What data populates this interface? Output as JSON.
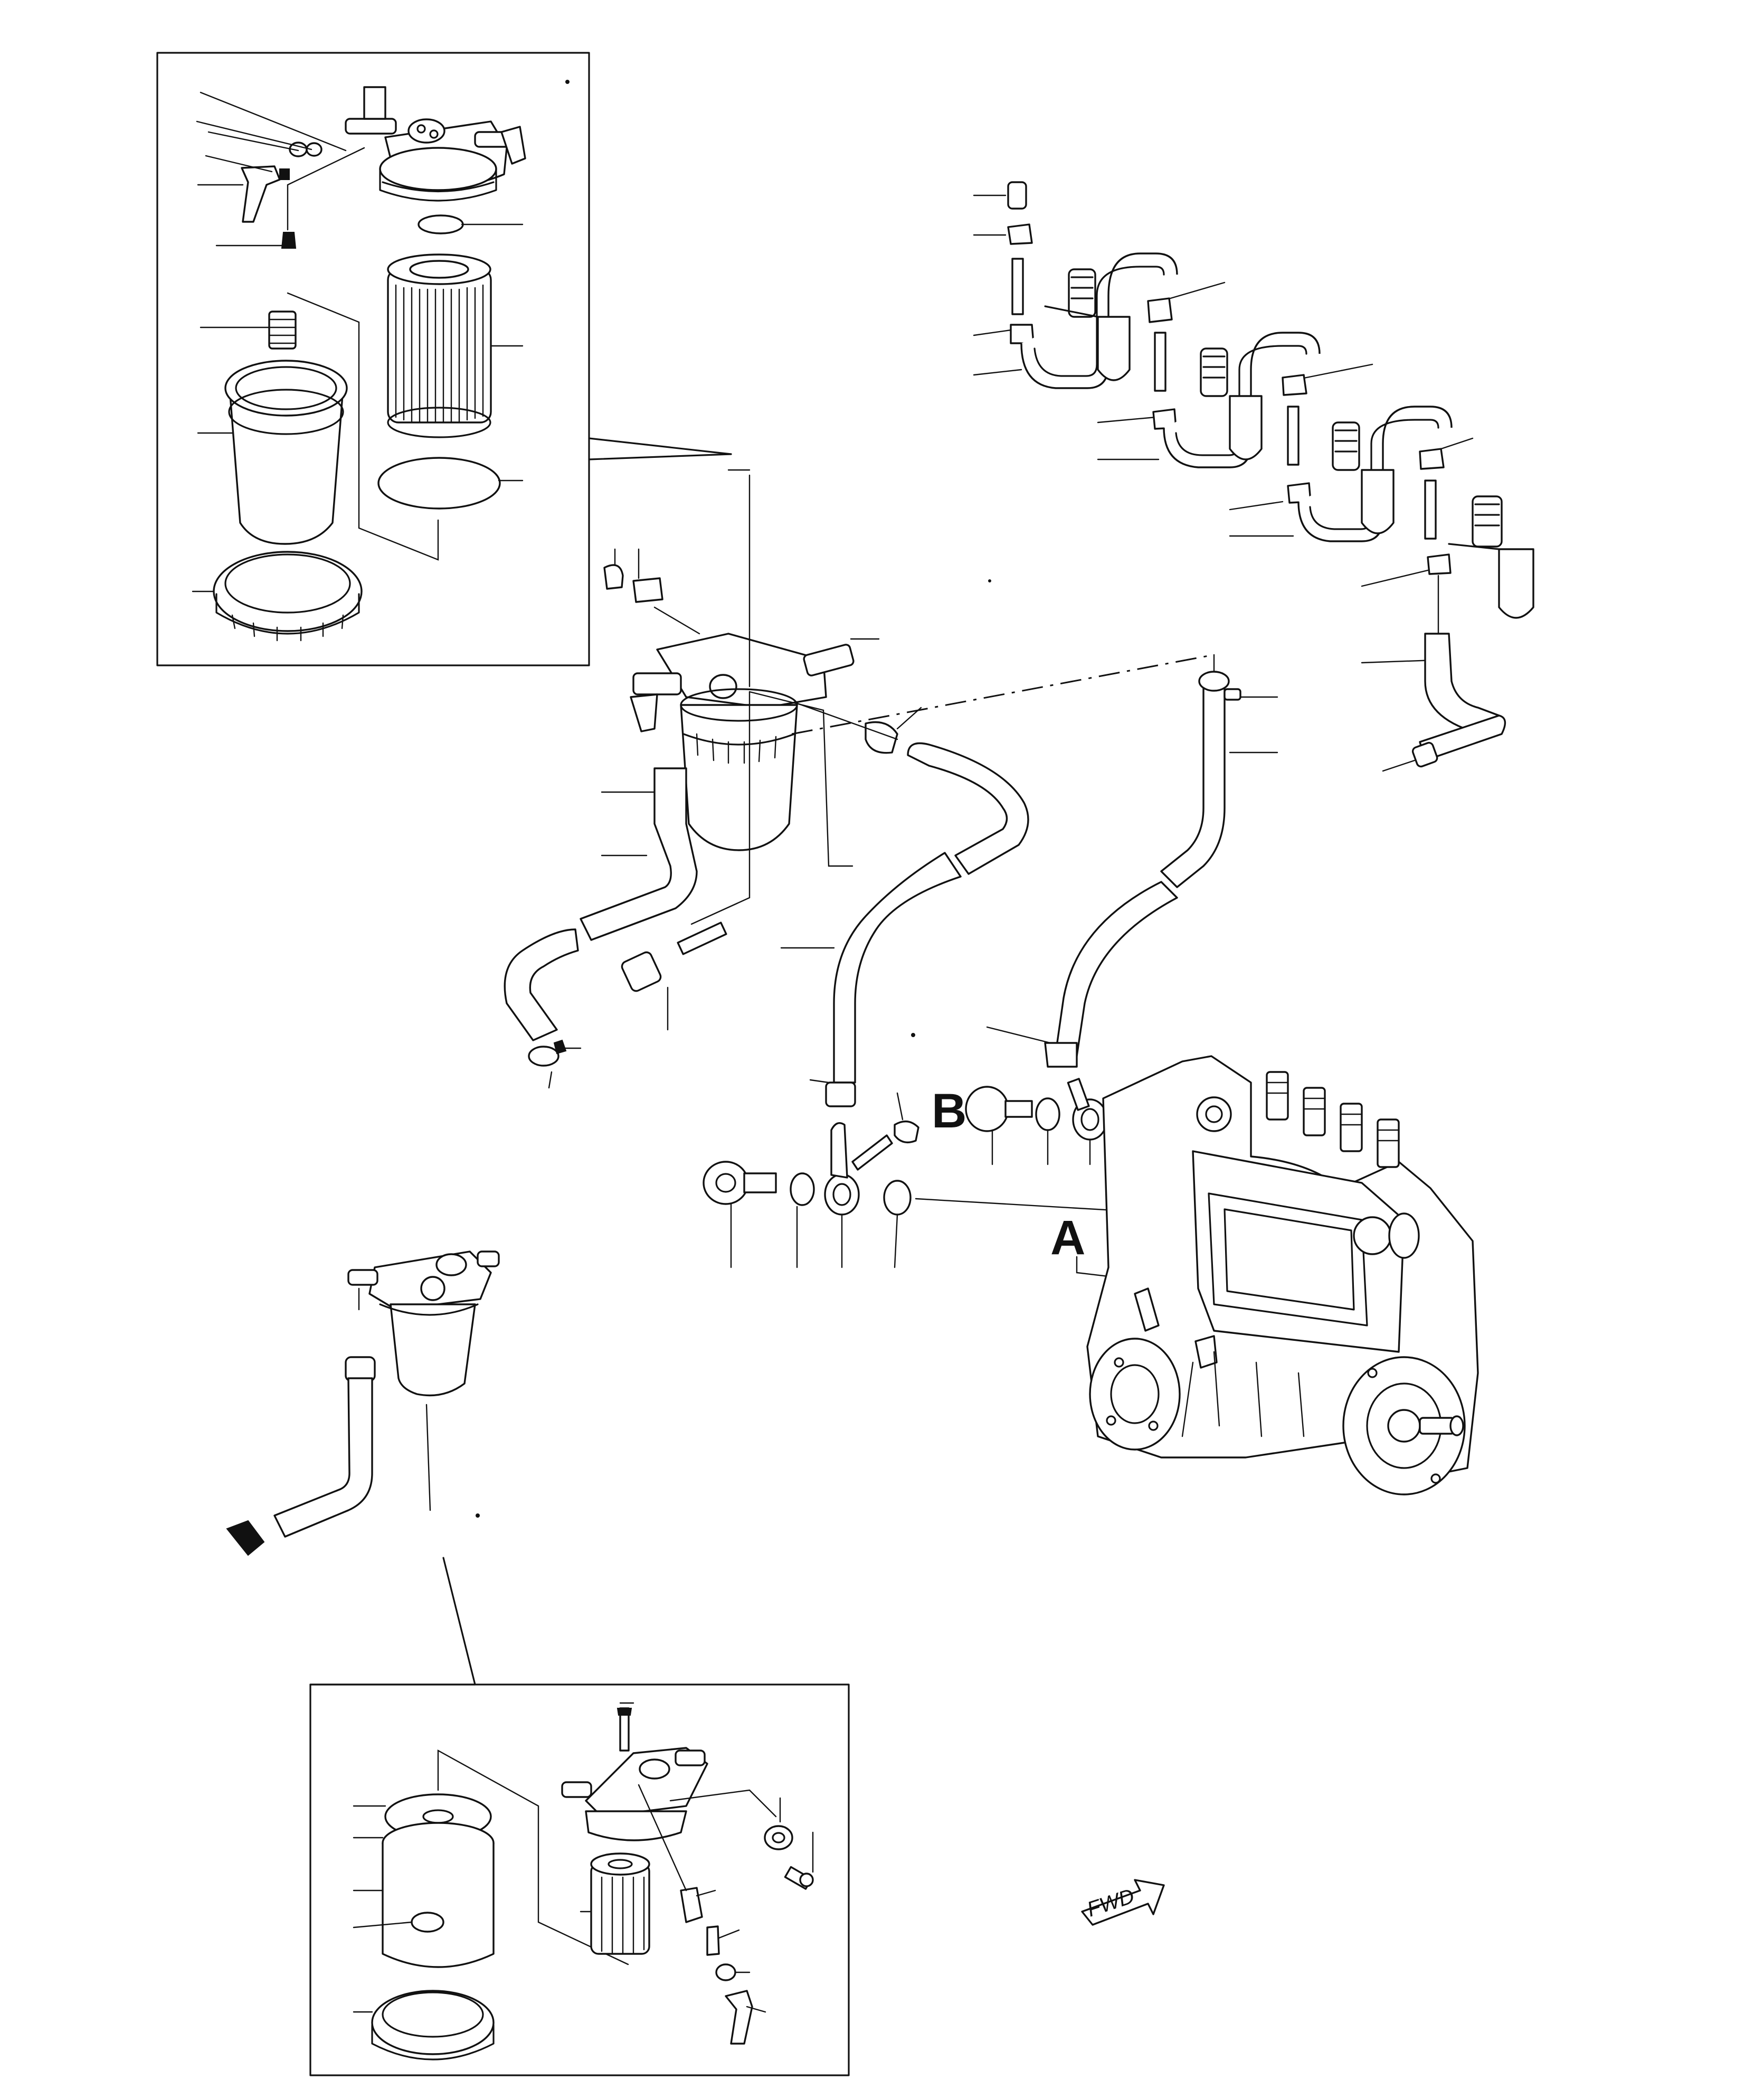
{
  "labels": {
    "letter_a": "A",
    "letter_b": "B",
    "fwd": "FWD"
  },
  "colors": {
    "ink": "#111111",
    "paper": "#ffffff"
  }
}
